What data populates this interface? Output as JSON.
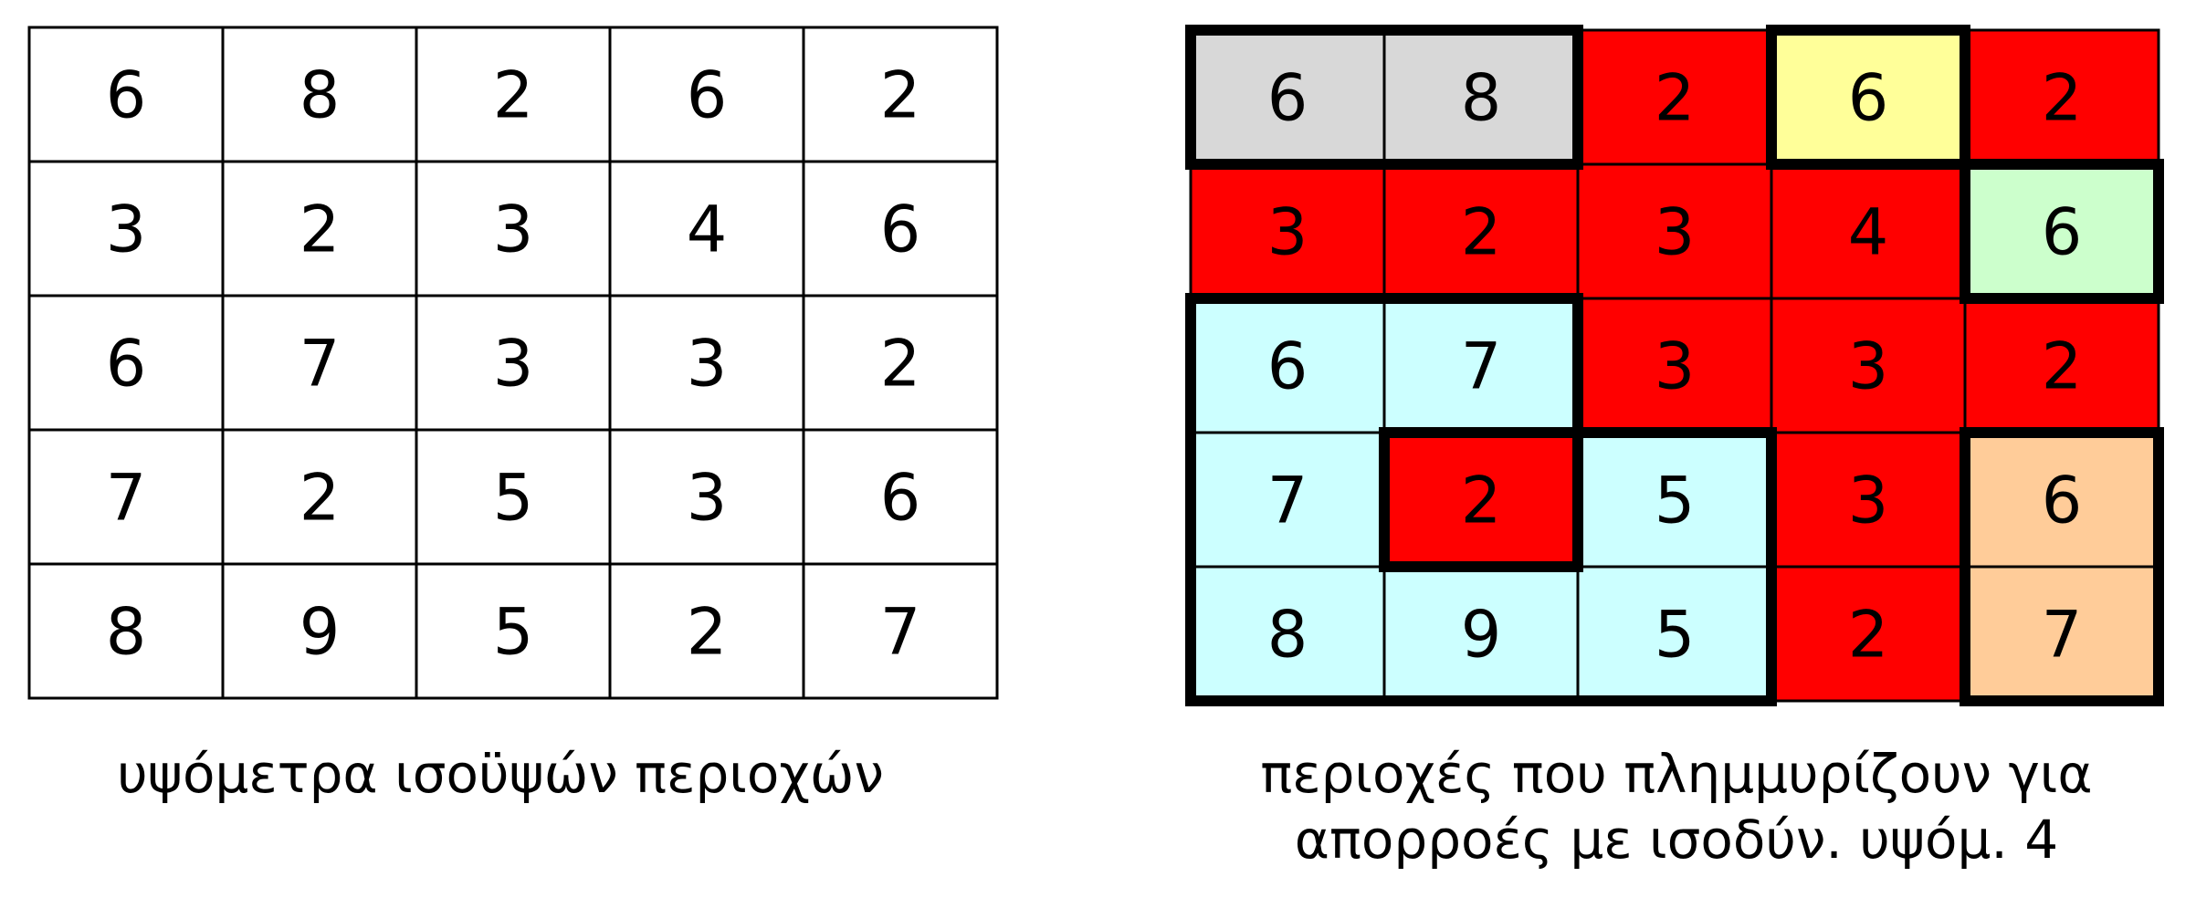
{
  "left_grid": {
    "caption": "υψόμετρα ισοϋψών περιοχών",
    "cells": [
      [
        "6",
        "8",
        "2",
        "6",
        "2"
      ],
      [
        "3",
        "2",
        "3",
        "4",
        "6"
      ],
      [
        "6",
        "7",
        "3",
        "3",
        "2"
      ],
      [
        "7",
        "2",
        "5",
        "3",
        "6"
      ],
      [
        "8",
        "9",
        "5",
        "2",
        "7"
      ]
    ]
  },
  "right_grid": {
    "caption_line1": "περιοχές που πλημμυρίζουν για",
    "caption_line2": "απορροές με ισοδύν. υψόμ. 4",
    "cells": [
      [
        "6",
        "8",
        "2",
        "6",
        "2"
      ],
      [
        "3",
        "2",
        "3",
        "4",
        "6"
      ],
      [
        "6",
        "7",
        "3",
        "3",
        "2"
      ],
      [
        "7",
        "2",
        "5",
        "3",
        "6"
      ],
      [
        "8",
        "9",
        "5",
        "2",
        "7"
      ]
    ],
    "region_map": [
      [
        "gray",
        "gray",
        "red",
        "yellow",
        "red"
      ],
      [
        "red",
        "red",
        "red",
        "red",
        "green"
      ],
      [
        "cyan",
        "cyan",
        "red",
        "red",
        "red"
      ],
      [
        "cyan",
        "red2",
        "cyan",
        "red",
        "orange"
      ],
      [
        "cyan",
        "cyan",
        "cyan",
        "red",
        "orange"
      ]
    ],
    "region_colors": {
      "gray": "#d8d8d8",
      "red": "#ff0000",
      "red2": "#ff0000",
      "yellow": "#ffff99",
      "green": "#ccffcc",
      "cyan": "#ccffff",
      "orange": "#ffcc99"
    }
  }
}
